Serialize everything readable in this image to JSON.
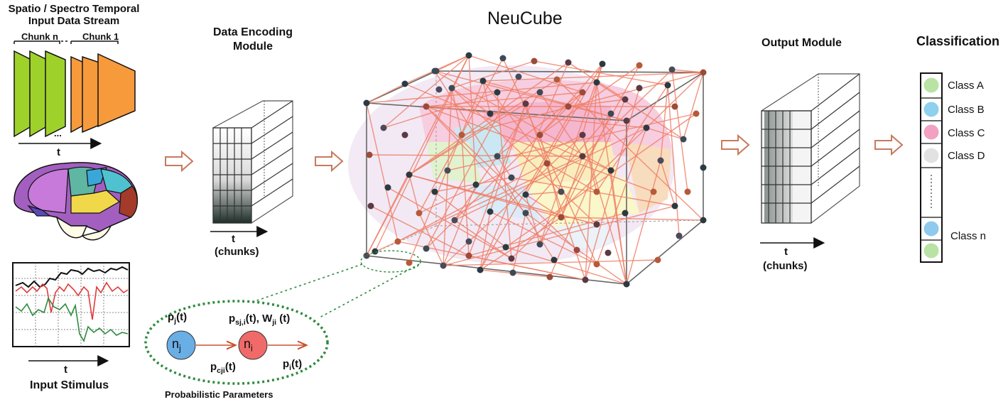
{
  "input": {
    "title_line1": "Spatio / Spectro Temporal",
    "title_line2": "Input Data Stream",
    "chunk_n": "Chunk n",
    "chunk_1": "Chunk 1",
    "dots": "...",
    "time_axis": "t",
    "stimulus_label": "Input Stimulus",
    "stimulus_axis": "t"
  },
  "encoding": {
    "title_line1": "Data Encoding",
    "title_line2": "Module",
    "axis_t": "t",
    "axis_chunks": "(chunks)"
  },
  "neucube": {
    "title": "NeuCube"
  },
  "neuron": {
    "p_j": "p",
    "p_j_sub": "j",
    "p_j_tail": "(t)",
    "n_j": "n",
    "n_j_sub": "j",
    "n_i": "n",
    "n_i_sub": "i",
    "psji": "p",
    "psji_sub": "sj,i",
    "psji_tail": "(t), W",
    "wji_sub": "ji",
    "wji_tail": " (t)",
    "pcji": "p",
    "pcji_sub": "cji",
    "pcji_tail": "(t)",
    "p_i": "p",
    "p_i_sub": "i",
    "p_i_tail": "(t)",
    "caption": "Probabilistic Parameters"
  },
  "output": {
    "title": "Output Module",
    "axis_t": "t",
    "axis_chunks": "(chunks)"
  },
  "classification": {
    "title": "Classification",
    "classes": [
      {
        "label": "Class A",
        "color": "#b9e3a4"
      },
      {
        "label": "Class B",
        "color": "#8fd0ee"
      },
      {
        "label": "Class C",
        "color": "#f2a1c2"
      },
      {
        "label": "Class D",
        "color": "#e2e2e2"
      },
      {
        "label": "Class n",
        "color": "#8fc9ee"
      }
    ],
    "extra_color": "#b9e3a4"
  },
  "colors": {
    "arrow": "#c77a5e",
    "connection": "#ee8068",
    "chunk_green": "#9fd12b",
    "chunk_orange": "#f79a3c",
    "dotted_green": "#2e8b3e",
    "neuron_blue": "#6aaee6",
    "neuron_red": "#f06a6a"
  }
}
